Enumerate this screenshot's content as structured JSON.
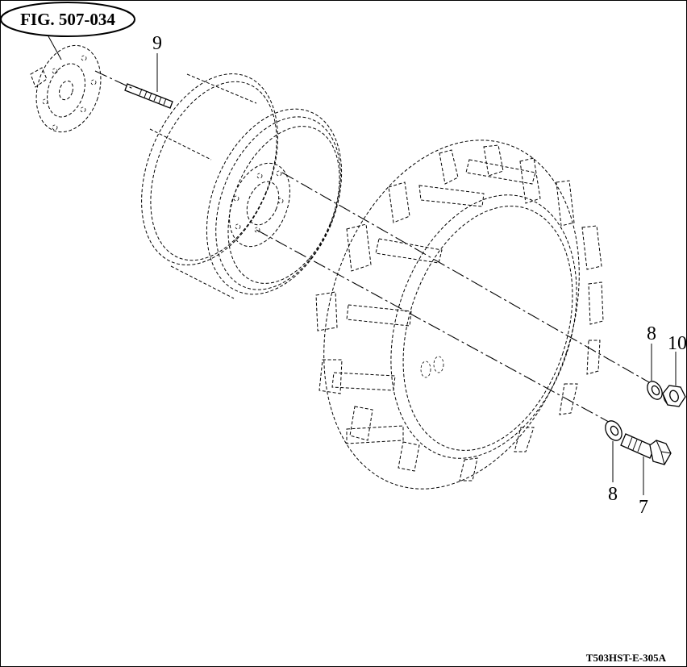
{
  "figure": {
    "reference_label": "FIG. 507-034",
    "drawing_code": "T503HST-E-305A"
  },
  "callouts": [
    {
      "id": "9",
      "label": "9"
    },
    {
      "id": "8a",
      "label": "8"
    },
    {
      "id": "10",
      "label": "10"
    },
    {
      "id": "8b",
      "label": "8"
    },
    {
      "id": "7",
      "label": "7"
    }
  ],
  "parts": [
    {
      "name": "wheel-hub",
      "icon": "wheel-hub-icon"
    },
    {
      "name": "stud-bolt",
      "icon": "stud-bolt-icon"
    },
    {
      "name": "wheel-rim",
      "icon": "wheel-rim-icon"
    },
    {
      "name": "tire",
      "icon": "lug-tire-icon"
    },
    {
      "name": "washer",
      "icon": "washer-icon"
    },
    {
      "name": "hex-nut",
      "icon": "hex-nut-icon"
    },
    {
      "name": "hex-bolt",
      "icon": "hex-bolt-icon"
    }
  ]
}
